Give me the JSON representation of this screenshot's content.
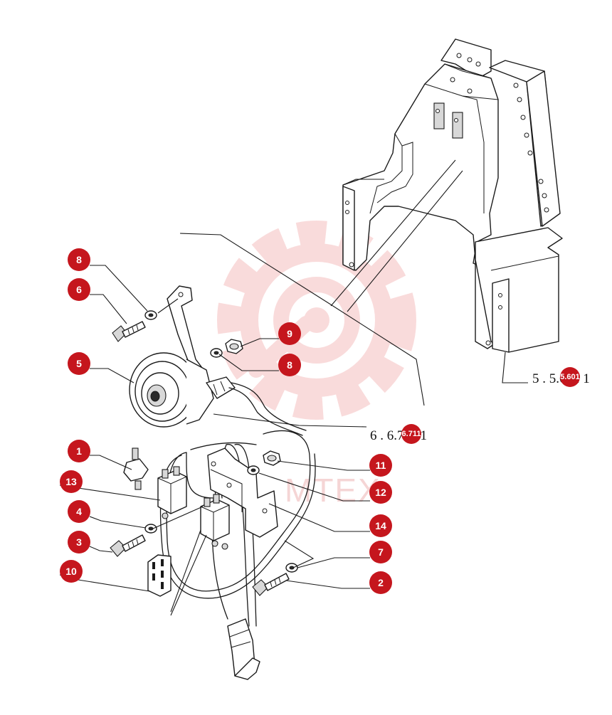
{
  "colors": {
    "badge": "#c5161d",
    "watermark": "#ef9a9a",
    "ink": "#1a1a1a"
  },
  "watermark": {
    "text": "MTEX"
  },
  "references": {
    "frame": "5 . 5.601  1",
    "cable": "6 . 6.711  1",
    "frame_badge": "5.601",
    "cable_badge": "6.711"
  },
  "callouts": [
    {
      "id": "8a",
      "label": "8"
    },
    {
      "id": "6",
      "label": "6"
    },
    {
      "id": "9",
      "label": "9"
    },
    {
      "id": "8b",
      "label": "8"
    },
    {
      "id": "5",
      "label": "5"
    },
    {
      "id": "1",
      "label": "1"
    },
    {
      "id": "13",
      "label": "13"
    },
    {
      "id": "4",
      "label": "4"
    },
    {
      "id": "3",
      "label": "3"
    },
    {
      "id": "10",
      "label": "10"
    },
    {
      "id": "11",
      "label": "11"
    },
    {
      "id": "12",
      "label": "12"
    },
    {
      "id": "14",
      "label": "14"
    },
    {
      "id": "7",
      "label": "7"
    },
    {
      "id": "2",
      "label": "2"
    }
  ]
}
